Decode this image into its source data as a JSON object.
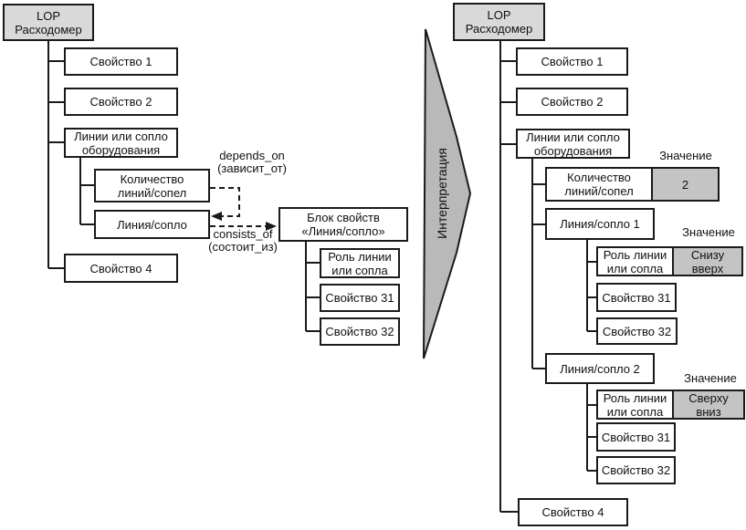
{
  "colors": {
    "line": "#1a1a1a",
    "text": "#111111",
    "box_fill": "#ffffff",
    "root_fill": "#d9d9d9",
    "value_fill": "#c4c4c4",
    "arrow_fill": "#b9b9b9"
  },
  "interpretation": {
    "label": "Интерпретация"
  },
  "relations": {
    "depends_on": "depends_on\n(зависит_от)",
    "consists_of": "consists_of\n(состоит_из)"
  },
  "left_tree": {
    "root": "LOP\nРасходомер",
    "property_1": "Свойство 1",
    "property_2": "Свойство 2",
    "lines_group": "Линии или сопло\nоборудования",
    "lines_count": "Количество\nлиний/сопел",
    "line_nozzle": "Линия/сопло",
    "property_4": "Свойство 4"
  },
  "property_block": {
    "title": "Блок свойств\n«Линия/сопло»",
    "role": "Роль линии\nили сопла",
    "property_31": "Свойство 31",
    "property_32": "Свойство 32"
  },
  "right_tree": {
    "root": "LOP\nРасходомер",
    "property_1": "Свойство 1",
    "property_2": "Свойство 2",
    "lines_group": "Линии или сопло\nоборудования",
    "lines_count": "Количество\nлиний/сопел",
    "lines_count_value": "2",
    "value_label": "Значение",
    "line_1": "Линия/сопло 1",
    "role_1": "Роль линии\nили сопла",
    "role_1_value": "Снизу\nвверх",
    "property_31_1": "Свойство 31",
    "property_32_1": "Свойство 32",
    "line_2": "Линия/сопло 2",
    "role_2": "Роль линии\nили сопла",
    "role_2_value": "Сверху\nвниз",
    "property_31_2": "Свойство 31",
    "property_32_2": "Свойство 32",
    "property_4": "Свойство 4"
  }
}
